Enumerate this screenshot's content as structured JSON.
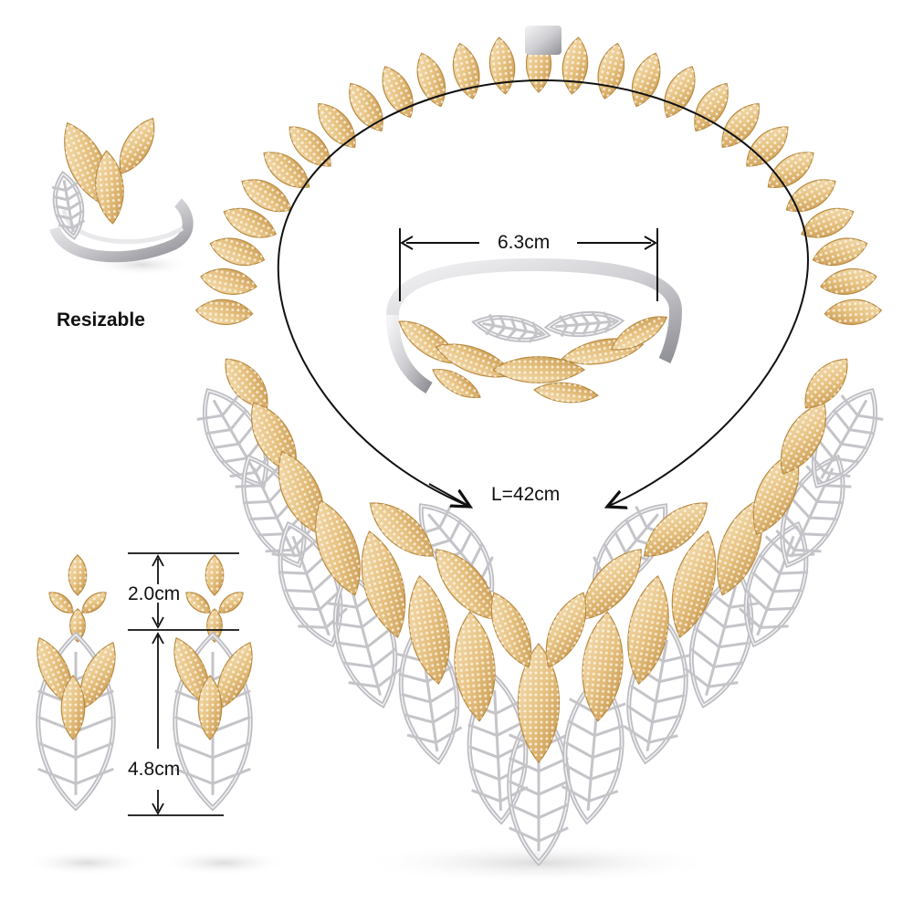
{
  "labels": {
    "ring_note": "Resizable",
    "bangle_width": "6.3cm",
    "necklace_length": "L=42cm",
    "earring_top": "2.0cm",
    "earring_bottom": "4.8cm"
  },
  "colors": {
    "gold": "#e6c27e",
    "gold_light": "#f4dcb2",
    "gold_dark": "#b8893f",
    "silver": "#c9c9cc",
    "silver_light": "#ececee",
    "silver_dark": "#8c8c92",
    "measure_line": "#111111",
    "background": "#ffffff"
  },
  "icons": {
    "ring": "ring-icon",
    "bangle": "bangle-icon",
    "necklace": "necklace-icon",
    "earrings": "earring-icon"
  }
}
